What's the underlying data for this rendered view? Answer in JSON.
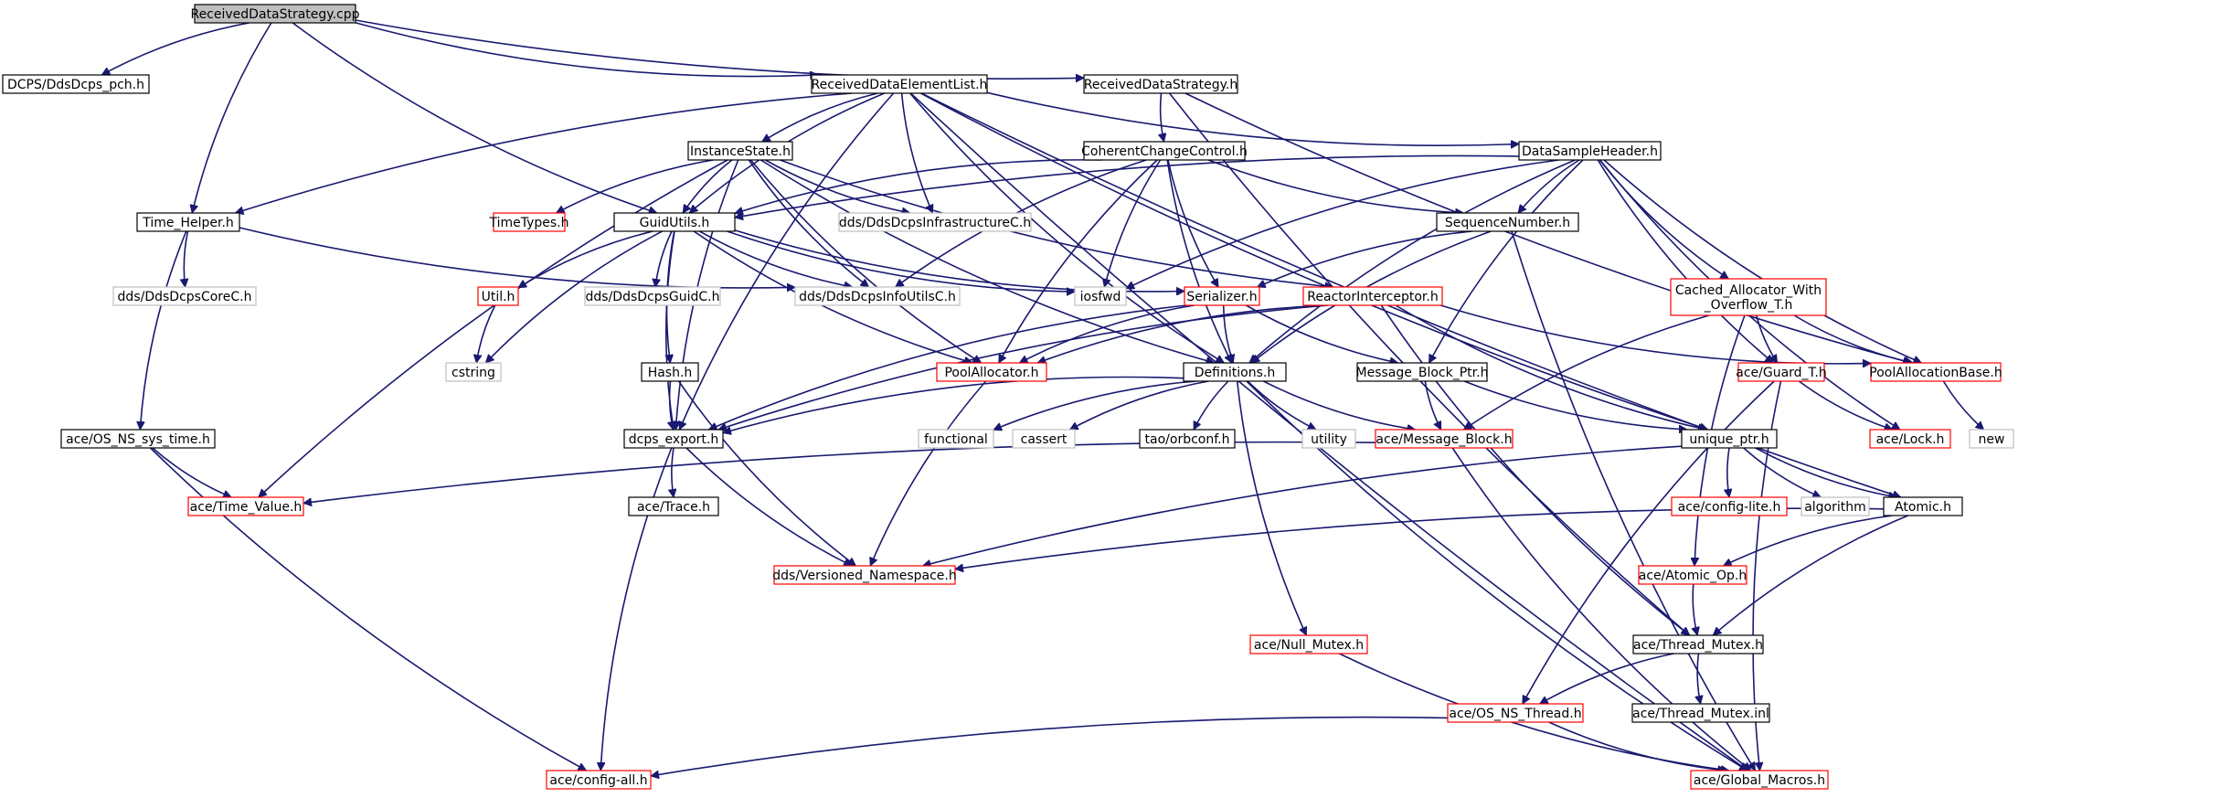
{
  "title": "ReceivedDataStrategy.cpp",
  "colors": {
    "root_fill": "#bfbfbf",
    "internal_border": "#000000",
    "truncated_border": "#ff0000",
    "system_border": "#bfbfbf",
    "edge": "#191970"
  },
  "nodes": [
    {
      "id": "root",
      "label": "ReceivedDataStrategy.cpp",
      "kind": "root"
    },
    {
      "id": "dcps_pch",
      "label": "DCPS/DdsDcps_pch.h",
      "kind": "internal"
    },
    {
      "id": "rdel",
      "label": "ReceivedDataElementList.h",
      "kind": "internal"
    },
    {
      "id": "rds",
      "label": "ReceivedDataStrategy.h",
      "kind": "internal"
    },
    {
      "id": "instancestate",
      "label": "InstanceState.h",
      "kind": "internal"
    },
    {
      "id": "coherent",
      "label": "CoherentChangeControl.h",
      "kind": "internal"
    },
    {
      "id": "dsheader",
      "label": "DataSampleHeader.h",
      "kind": "internal"
    },
    {
      "id": "timehelper",
      "label": "Time_Helper.h",
      "kind": "internal"
    },
    {
      "id": "timetypes",
      "label": "TimeTypes.h",
      "kind": "truncated"
    },
    {
      "id": "guidutils",
      "label": "GuidUtils.h",
      "kind": "internal"
    },
    {
      "id": "infracore",
      "label": "dds/DdsDcpsInfrastructureC.h",
      "kind": "system"
    },
    {
      "id": "seqnum",
      "label": "SequenceNumber.h",
      "kind": "internal"
    },
    {
      "id": "cached",
      "label": "Cached_Allocator_With\n_Overflow_T.h",
      "kind": "truncated"
    },
    {
      "id": "corec",
      "label": "dds/DdsDcpsCoreC.h",
      "kind": "system"
    },
    {
      "id": "util",
      "label": "Util.h",
      "kind": "truncated"
    },
    {
      "id": "guidc",
      "label": "dds/DdsDcpsGuidC.h",
      "kind": "system"
    },
    {
      "id": "infoutils",
      "label": "dds/DdsDcpsInfoUtilsC.h",
      "kind": "system"
    },
    {
      "id": "iosfwd",
      "label": "iosfwd",
      "kind": "system"
    },
    {
      "id": "serializer",
      "label": "Serializer.h",
      "kind": "truncated"
    },
    {
      "id": "reactorint",
      "label": "ReactorInterceptor.h",
      "kind": "truncated"
    },
    {
      "id": "cstring",
      "label": "cstring",
      "kind": "system"
    },
    {
      "id": "hash",
      "label": "Hash.h",
      "kind": "internal"
    },
    {
      "id": "poolalloc",
      "label": "PoolAllocator.h",
      "kind": "truncated"
    },
    {
      "id": "definitions",
      "label": "Definitions.h",
      "kind": "internal"
    },
    {
      "id": "mbptr",
      "label": "Message_Block_Ptr.h",
      "kind": "internal"
    },
    {
      "id": "guardt",
      "label": "ace/Guard_T.h",
      "kind": "truncated"
    },
    {
      "id": "poolallocbase",
      "label": "PoolAllocationBase.h",
      "kind": "truncated"
    },
    {
      "id": "osnssys",
      "label": "ace/OS_NS_sys_time.h",
      "kind": "internal"
    },
    {
      "id": "dcpsexport",
      "label": "dcps_export.h",
      "kind": "internal"
    },
    {
      "id": "functional",
      "label": "functional",
      "kind": "system"
    },
    {
      "id": "cassert",
      "label": "cassert",
      "kind": "system"
    },
    {
      "id": "orbconf",
      "label": "tao/orbconf.h",
      "kind": "internal"
    },
    {
      "id": "utility",
      "label": "utility",
      "kind": "system"
    },
    {
      "id": "msgblock",
      "label": "ace/Message_Block.h",
      "kind": "truncated"
    },
    {
      "id": "uniqueptr",
      "label": "unique_ptr.h",
      "kind": "internal"
    },
    {
      "id": "acelock",
      "label": "ace/Lock.h",
      "kind": "truncated"
    },
    {
      "id": "new",
      "label": "new",
      "kind": "system"
    },
    {
      "id": "timevalue",
      "label": "ace/Time_Value.h",
      "kind": "truncated"
    },
    {
      "id": "trace",
      "label": "ace/Trace.h",
      "kind": "internal"
    },
    {
      "id": "configlite",
      "label": "ace/config-lite.h",
      "kind": "truncated"
    },
    {
      "id": "algorithm",
      "label": "algorithm",
      "kind": "system"
    },
    {
      "id": "atomic",
      "label": "Atomic.h",
      "kind": "internal"
    },
    {
      "id": "versioned",
      "label": "dds/Versioned_Namespace.h",
      "kind": "truncated"
    },
    {
      "id": "atomicop",
      "label": "ace/Atomic_Op.h",
      "kind": "truncated"
    },
    {
      "id": "nullmutex",
      "label": "ace/Null_Mutex.h",
      "kind": "truncated"
    },
    {
      "id": "threadmutex",
      "label": "ace/Thread_Mutex.h",
      "kind": "internal"
    },
    {
      "id": "osnsthread",
      "label": "ace/OS_NS_Thread.h",
      "kind": "truncated"
    },
    {
      "id": "threadmutexinl",
      "label": "ace/Thread_Mutex.inl",
      "kind": "internal"
    },
    {
      "id": "configall",
      "label": "ace/config-all.h",
      "kind": "truncated"
    },
    {
      "id": "globalmacros",
      "label": "ace/Global_Macros.h",
      "kind": "truncated"
    }
  ],
  "edges": [
    [
      "root",
      "dcps_pch"
    ],
    [
      "root",
      "rdel"
    ],
    [
      "root",
      "rds"
    ],
    [
      "root",
      "timehelper"
    ],
    [
      "root",
      "guidutils"
    ],
    [
      "rds",
      "coherent"
    ],
    [
      "rds",
      "poolallocbase"
    ],
    [
      "rds",
      "threadmutex"
    ],
    [
      "rdel",
      "instancestate"
    ],
    [
      "rdel",
      "dsheader"
    ],
    [
      "rdel",
      "guidutils"
    ],
    [
      "rdel",
      "infracore"
    ],
    [
      "rdel",
      "timehelper"
    ],
    [
      "rdel",
      "dcpsexport"
    ],
    [
      "rdel",
      "definitions"
    ],
    [
      "rdel",
      "atomic"
    ],
    [
      "rdel",
      "uniqueptr"
    ],
    [
      "rdel",
      "globalmacros"
    ],
    [
      "instancestate",
      "timetypes"
    ],
    [
      "instancestate",
      "guidutils"
    ],
    [
      "instancestate",
      "infracore"
    ],
    [
      "instancestate",
      "reactorint"
    ],
    [
      "instancestate",
      "timevalue"
    ],
    [
      "instancestate",
      "dcpsexport"
    ],
    [
      "instancestate",
      "definitions"
    ],
    [
      "instancestate",
      "poolalloc"
    ],
    [
      "instancestate",
      "infoutils"
    ],
    [
      "coherent",
      "guidutils"
    ],
    [
      "coherent",
      "seqnum"
    ],
    [
      "coherent",
      "iosfwd"
    ],
    [
      "coherent",
      "serializer"
    ],
    [
      "coherent",
      "definitions"
    ],
    [
      "coherent",
      "poolalloc"
    ],
    [
      "coherent",
      "infoutils"
    ],
    [
      "dsheader",
      "guidutils"
    ],
    [
      "dsheader",
      "seqnum"
    ],
    [
      "dsheader",
      "cached"
    ],
    [
      "dsheader",
      "iosfwd"
    ],
    [
      "dsheader",
      "poolallocbase"
    ],
    [
      "dsheader",
      "guardt"
    ],
    [
      "dsheader",
      "acelock"
    ],
    [
      "dsheader",
      "mbptr"
    ],
    [
      "dsheader",
      "definitions"
    ],
    [
      "timehelper",
      "corec"
    ],
    [
      "timehelper",
      "osnssys"
    ],
    [
      "timehelper",
      "infoutils"
    ],
    [
      "guidutils",
      "util"
    ],
    [
      "guidutils",
      "guidc"
    ],
    [
      "guidutils",
      "infoutils"
    ],
    [
      "guidutils",
      "iosfwd"
    ],
    [
      "guidutils",
      "serializer"
    ],
    [
      "guidutils",
      "cstring"
    ],
    [
      "guidutils",
      "hash"
    ],
    [
      "guidutils",
      "poolalloc"
    ],
    [
      "guidutils",
      "dcpsexport"
    ],
    [
      "seqnum",
      "serializer"
    ],
    [
      "seqnum",
      "definitions"
    ],
    [
      "seqnum",
      "globalmacros"
    ],
    [
      "cached",
      "guardt"
    ],
    [
      "cached",
      "poolallocbase"
    ],
    [
      "cached",
      "msgblock"
    ],
    [
      "cached",
      "atomicop"
    ],
    [
      "util",
      "cstring"
    ],
    [
      "serializer",
      "definitions"
    ],
    [
      "serializer",
      "mbptr"
    ],
    [
      "serializer",
      "dcpsexport"
    ],
    [
      "serializer",
      "poolalloc"
    ],
    [
      "reactorint",
      "poolalloc"
    ],
    [
      "reactorint",
      "dcpsexport"
    ],
    [
      "reactorint",
      "poolallocbase"
    ],
    [
      "reactorint",
      "uniqueptr"
    ],
    [
      "reactorint",
      "threadmutex"
    ],
    [
      "hash",
      "dcpsexport"
    ],
    [
      "hash",
      "versioned"
    ],
    [
      "poolalloc",
      "versioned"
    ],
    [
      "definitions",
      "dcpsexport"
    ],
    [
      "definitions",
      "functional"
    ],
    [
      "definitions",
      "cassert"
    ],
    [
      "definitions",
      "orbconf"
    ],
    [
      "definitions",
      "utility"
    ],
    [
      "definitions",
      "msgblock"
    ],
    [
      "definitions",
      "nullmutex"
    ],
    [
      "definitions",
      "globalmacros"
    ],
    [
      "mbptr",
      "msgblock"
    ],
    [
      "mbptr",
      "uniqueptr"
    ],
    [
      "guardt",
      "acelock"
    ],
    [
      "guardt",
      "osnsthread"
    ],
    [
      "guardt",
      "globalmacros"
    ],
    [
      "poolallocbase",
      "new"
    ],
    [
      "osnssys",
      "timevalue"
    ],
    [
      "osnssys",
      "configall"
    ],
    [
      "dcpsexport",
      "trace"
    ],
    [
      "dcpsexport",
      "versioned"
    ],
    [
      "dcpsexport",
      "configall"
    ],
    [
      "msgblock",
      "timevalue"
    ],
    [
      "msgblock",
      "globalmacros"
    ],
    [
      "uniqueptr",
      "configlite"
    ],
    [
      "uniqueptr",
      "algorithm"
    ],
    [
      "uniqueptr",
      "atomic"
    ],
    [
      "uniqueptr",
      "versioned"
    ],
    [
      "atomic",
      "atomicop"
    ],
    [
      "atomic",
      "threadmutex"
    ],
    [
      "atomic",
      "versioned"
    ],
    [
      "atomicop",
      "threadmutex"
    ],
    [
      "nullmutex",
      "globalmacros"
    ],
    [
      "threadmutex",
      "osnsthread"
    ],
    [
      "threadmutex",
      "threadmutexinl"
    ],
    [
      "osnsthread",
      "configall"
    ],
    [
      "osnsthread",
      "globalmacros"
    ]
  ]
}
